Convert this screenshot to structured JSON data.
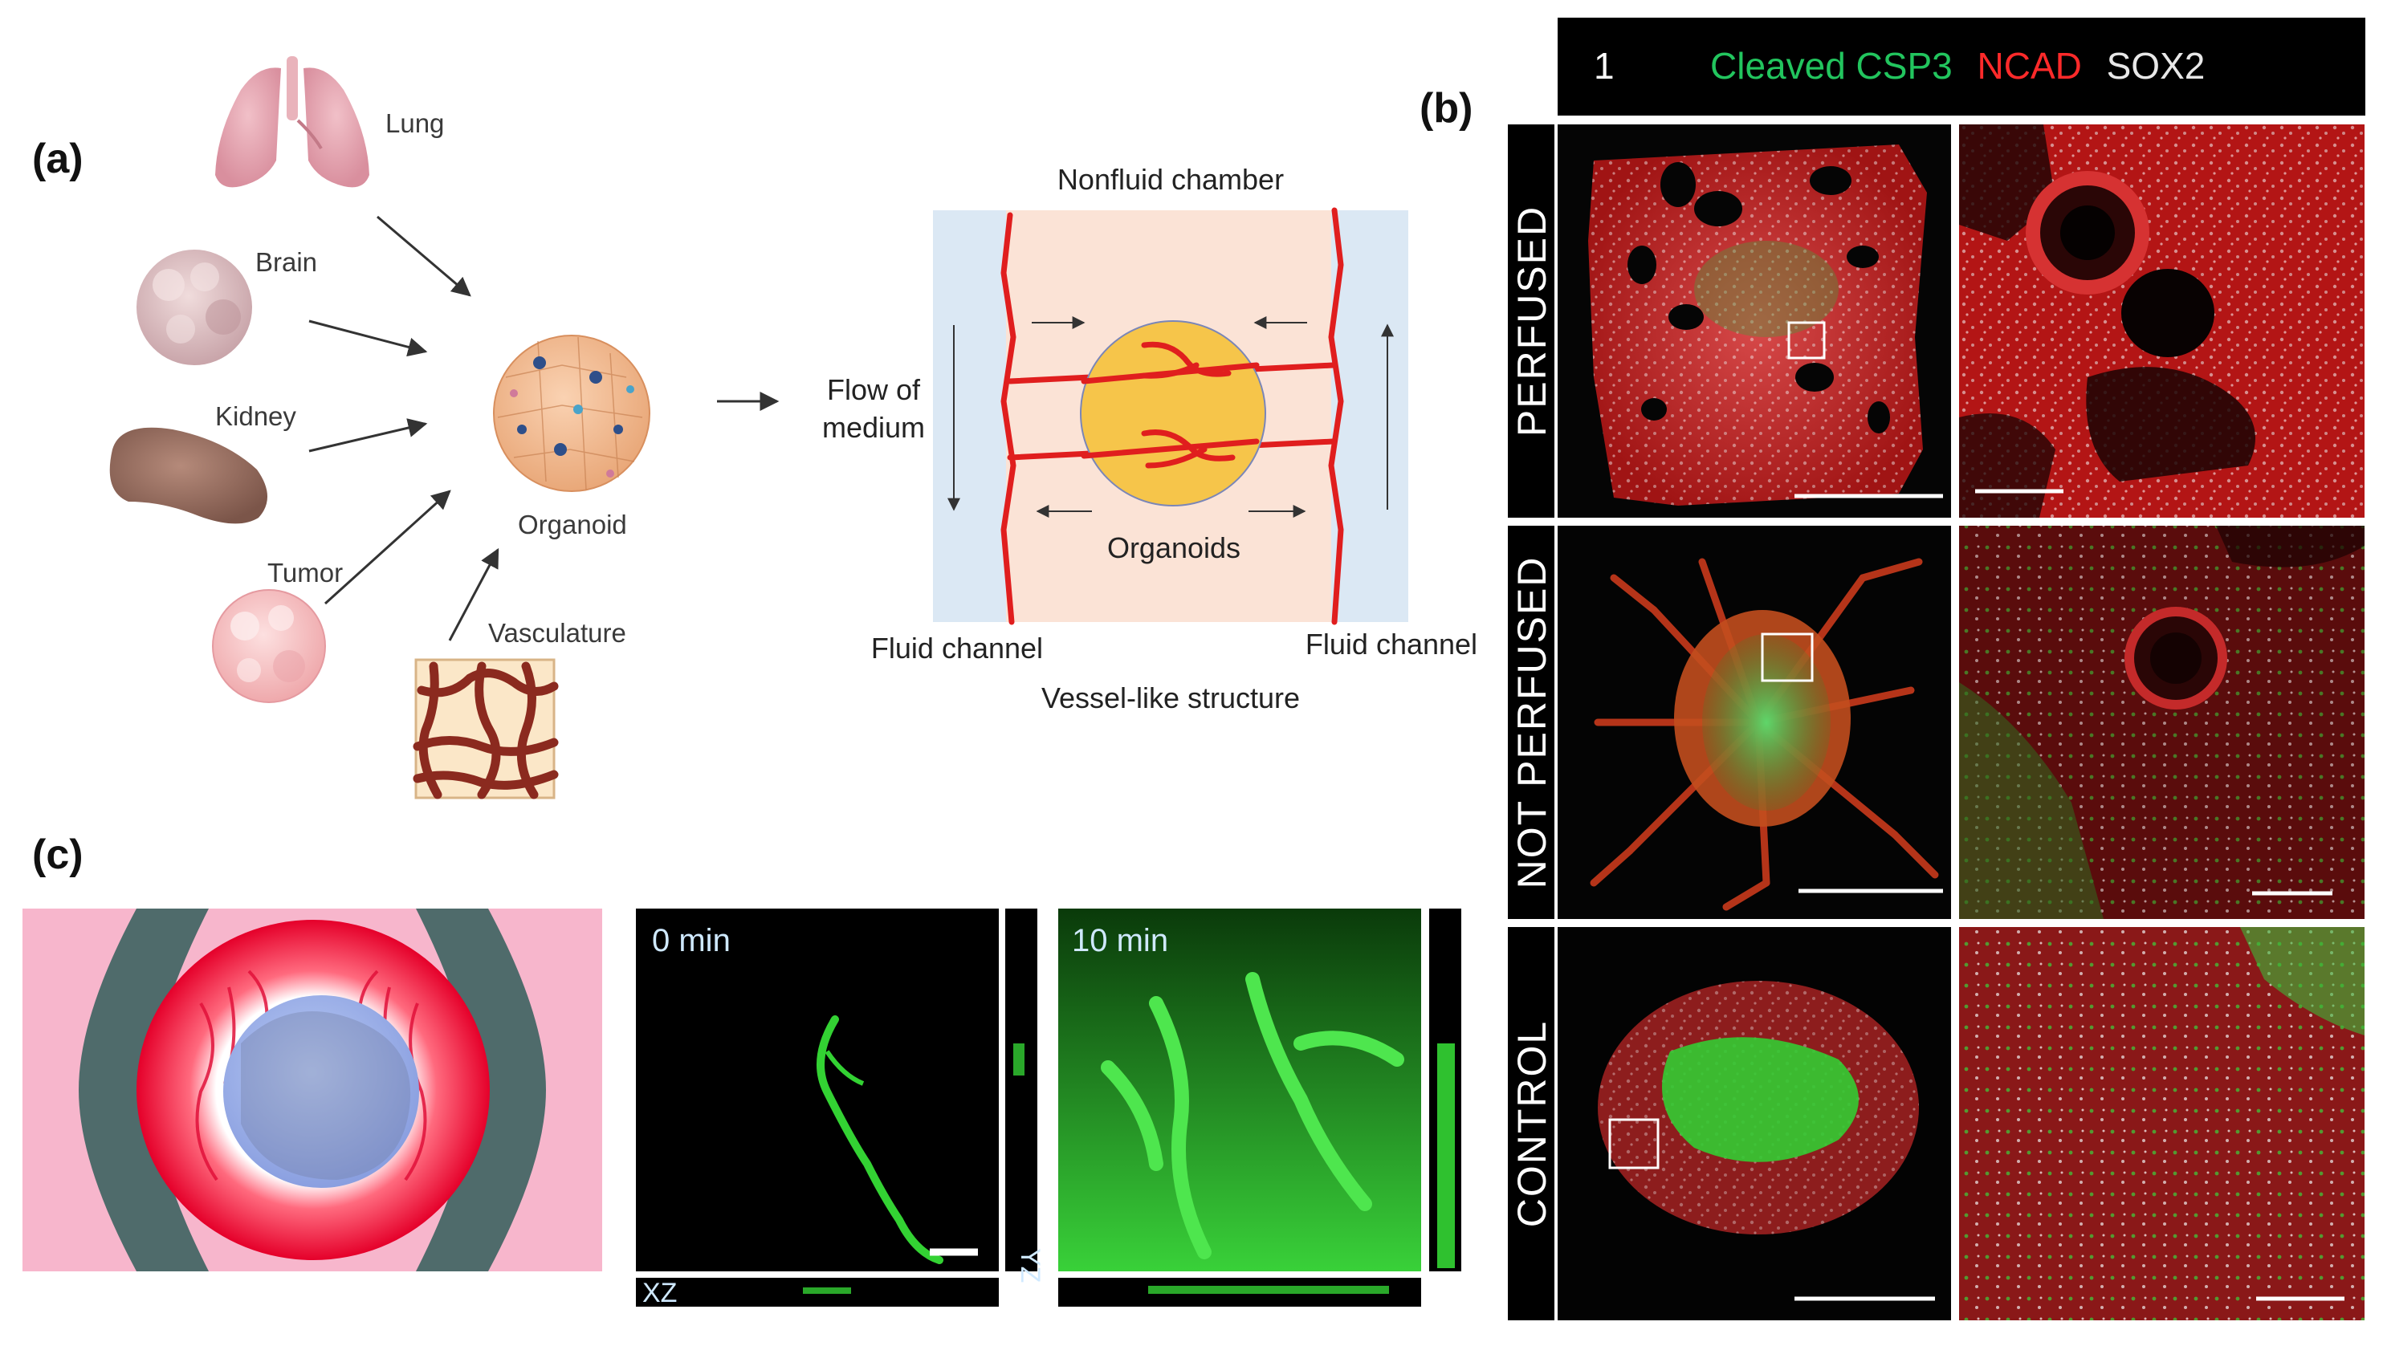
{
  "panels": {
    "a": "(a)",
    "b": "(b)",
    "c": "(c)"
  },
  "panel_a": {
    "sources": [
      "Lung",
      "Brain",
      "Kidney",
      "Tumor",
      "Vasculature"
    ],
    "organoid_label": "Organoid",
    "chip": {
      "top_label": "Nonfluid chamber",
      "flow_label_line1": "Flow of",
      "flow_label_line2": "medium",
      "organoids_label": "Organoids",
      "fluid_left": "Fluid channel",
      "fluid_right": "Fluid channel",
      "bottom_label": "Vessel-like structure"
    }
  },
  "panel_b": {
    "header": {
      "number": "1",
      "marker_green": "Cleaved CSP3",
      "marker_red": "NCAD",
      "marker_white": "SOX2"
    },
    "rows": [
      "PERFUSED",
      "NOT PERFUSED",
      "CONTROL"
    ]
  },
  "panel_c": {
    "time_left": "0 min",
    "time_right": "10 min",
    "xz": "XZ",
    "yz": "YZ"
  },
  "colors": {
    "marker_green": "#22c55e",
    "marker_red": "#ff2a2a",
    "marker_white": "#e8e8e8",
    "fluid_channel": "#dbe8f4",
    "chamber": "#fbe3d6",
    "vessel": "#e01e1e",
    "organoid_core": "#f6c54a",
    "chip_pink": "#f7b6cc",
    "chip_gray": "#4f6b6b"
  }
}
